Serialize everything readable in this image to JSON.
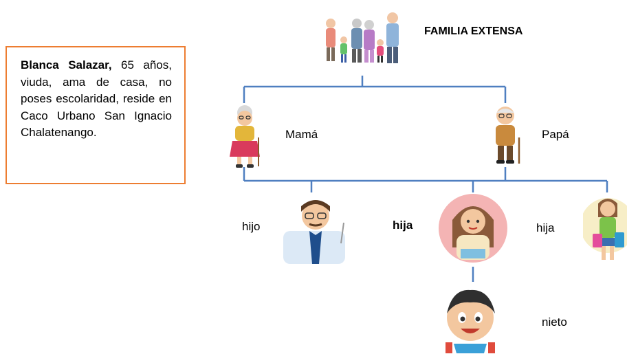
{
  "title": "FAMILIA EXTENSA",
  "info": {
    "name": "Blanca Salazar,",
    "description": "65 años, viuda, ama de casa, no poses escolaridad, reside en Caco Urbano San Ignacio Chalatenango."
  },
  "members": {
    "mother": "Mamá",
    "father": "Papá",
    "son": "hijo",
    "daughter1": "hija",
    "daughter2": "hija",
    "grandson": "nieto"
  },
  "colors": {
    "connector": "#4f7fc0",
    "box_border": "#ed7d31"
  }
}
